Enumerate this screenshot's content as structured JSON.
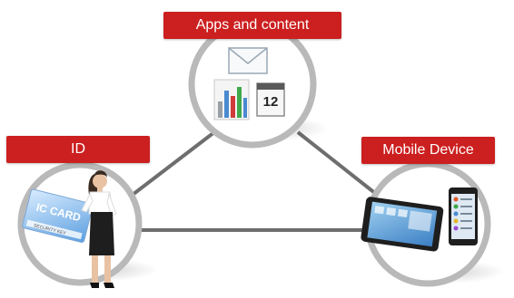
{
  "colors": {
    "label_bg": "#cc1f1f",
    "ring": "#b9b9b9",
    "connector": "#6e6e6e",
    "node_fill": "#ffffff"
  },
  "nodes": {
    "apps": {
      "label": "Apps and content",
      "icons": [
        "envelope-icon",
        "bar-chart-icon",
        "calendar-icon"
      ],
      "calendar_day": "12"
    },
    "id": {
      "label": "ID",
      "icons": [
        "id-card-icon",
        "businesswoman-figure"
      ],
      "card_title": "IC CARD",
      "card_subtitle": "SECURITY KEY"
    },
    "mobile": {
      "label": "Mobile Device",
      "icons": [
        "tablet-icon",
        "smartphone-icon"
      ]
    }
  }
}
